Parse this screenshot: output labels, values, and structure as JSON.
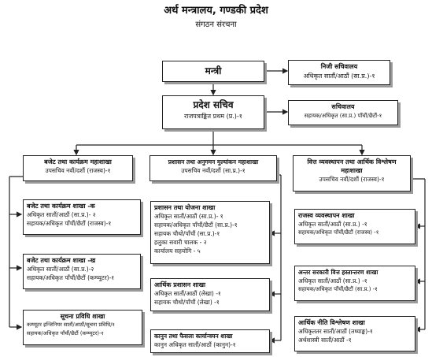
{
  "header": {
    "title": "अर्थ मन्त्रालय, गण्डकी प्रदेश",
    "subtitle": "संगठन संरचना"
  },
  "boxes": {
    "minister": {
      "title": "मन्त्री"
    },
    "private_secretariat": {
      "title": "निजी सचिवालय",
      "lines": [
        "अधिकृत सातौं/आठौं (सा.प्र.)-१"
      ]
    },
    "secretary": {
      "title": "प्रदेश सचिव",
      "lines": [
        "राजपत्राङ्कित प्रथम (प्र.)-१"
      ]
    },
    "secretariat": {
      "title": "सचिवालय",
      "lines": [
        "सहायक/अधिकृत (सा.प्र.) पाँचौं/छैटौं-१"
      ]
    },
    "budget_division": {
      "title": "बजेट तथा कार्यक्रम महाशाखा",
      "lines": [
        "उपसचिव नवौं/दशौं (राजस्व)-१"
      ]
    },
    "admin_division": {
      "title": "प्रशासन तथा अनुगमन मुल्यांकन महाशाखा",
      "lines": [
        "उपसचिव नवौं/दशौं (सा.प्र.)-१"
      ]
    },
    "finance_division": {
      "title": "वित्त व्यवस्थापन तथा आर्थिक विश्लेषण महाशाखा",
      "lines": [
        "उपसचिव नवौं/दशौं (राजस्व)-१"
      ]
    },
    "budget_section_a": {
      "title": "बजेट तथा कार्यक्रम शाखा -क",
      "lines": [
        "अधिकृत सातौं/आठौं (सा.प्र.)- २",
        "सहायक/अधिकृत पाँचौं/छैटौं (राजस्व)-१"
      ]
    },
    "budget_section_b": {
      "title": "बजेट तथा कार्यक्रम शाखा -ख",
      "lines": [
        "अधिकृत सातौं/आठौं (सा.प्र.)-२",
        "सहायक/अधिकृत पाँचौं/छैटौं (कम्प्यूटर)-१"
      ]
    },
    "it_section": {
      "title": "सूचना प्रविधि शाखा",
      "lines": [
        "कम्प्यूटर इन्जिनियर सातौं/आठौं/सूचना प्रविधि/१",
        "सहायक/अधिकृत पाँचौं/छैटौं (कम्प्यूटर)-१"
      ]
    },
    "admin_plan_section": {
      "title": "प्रशासन तथा योजना शाखा",
      "lines": [
        "अधिकृत सातौं/आठौं (सा.प्र.)- १",
        "सहायक/अधिकृत पाँचौं/छैटौं (सा.प्र.)-१",
        "सहायक चौथो/पाँचौं (सा.प्र.)-१",
        "हलुका सवारी चालक - २",
        "कार्यालय सहयोगि - ५"
      ]
    },
    "fin_admin_section": {
      "title": "आर्थिक प्रशासन शाखा",
      "lines": [
        "अधिकृत सातौं/आठौं (लेखा) -१",
        "सहायक चौथो/पाँचौं (लेखा) -१"
      ]
    },
    "law_section": {
      "title": "कानुन तथा फैसला कार्यान्वयन शाखा",
      "lines": [
        "कानुन अधिकृत सातौं/आठौं (कानुन)-१"
      ]
    },
    "revenue_section": {
      "title": "राजस्व व्यवस्थापन शाखा",
      "lines": [
        "अधिकृत सातौं/आठौं (सा.प्र.) -१",
        "सहायक/अधिकृत पाँचौं/छैटौं (राजस्व) -१"
      ]
    },
    "intergov_section": {
      "title": "अन्तर सरकारी वित्त हस्तान्तरण शाखा",
      "lines": [
        "अधिकृत सातौं/आठौं (सा.प्र.) -१",
        "सहायक/अधिकृत पाँचौं/छैटौं (सा.प्र.) -१"
      ]
    },
    "policy_section": {
      "title": "आर्थिक नीति विश्लेषण शाखा",
      "lines": [
        "अधिकृततर सातौं/आठौं (तथ्याङ्क)-१",
        "अर्थशास्त्री सातौं/आठौं -१"
      ]
    }
  }
}
